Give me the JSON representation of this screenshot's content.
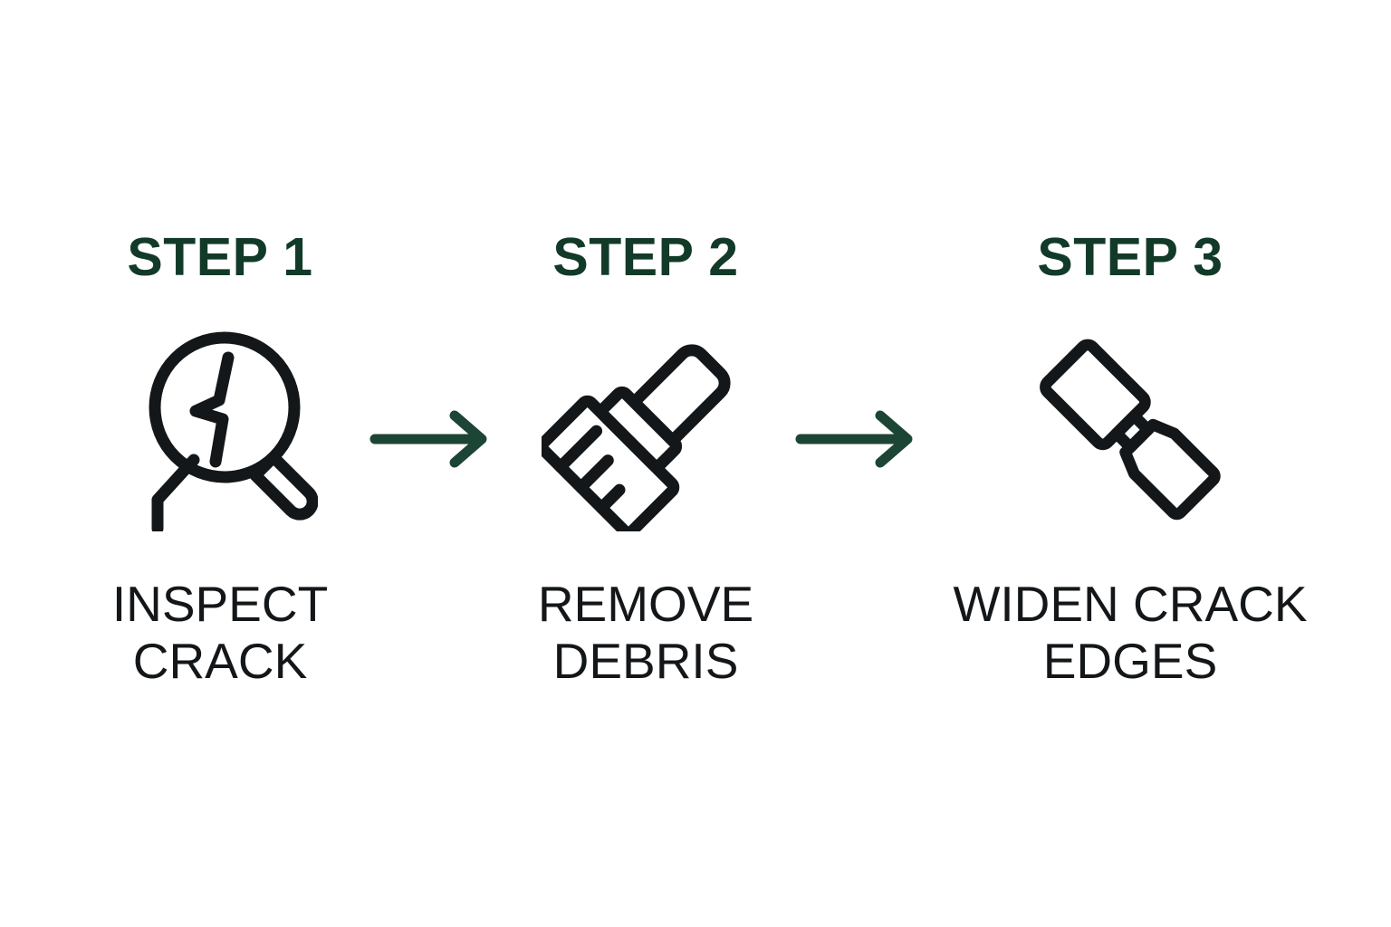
{
  "page": {
    "background_color": "#ffffff",
    "title": "Crack Repair Process Steps"
  },
  "theme": {
    "heading_color": "#123A28",
    "label_color": "#141719",
    "icon_stroke_color": "#141719",
    "arrow_color": "#1C4535"
  },
  "diagram": {
    "type": "horizontal-step-flow",
    "step_count": 3,
    "connector": "arrow-right",
    "steps": [
      {
        "heading": "STEP 1",
        "icon": "magnifying-glass-crack-icon",
        "label": "INSPECT\nCRACK",
        "label_lines": [
          "INSPECT",
          "CRACK"
        ]
      },
      {
        "heading": "STEP 2",
        "icon": "paint-brush-icon",
        "label": "REMOVE\nDEBRIS",
        "label_lines": [
          "REMOVE",
          "DEBRIS"
        ]
      },
      {
        "heading": "STEP 3",
        "icon": "chisel-icon",
        "label": "WIDEN CRACK\nEDGES",
        "label_lines": [
          "WIDEN CRACK",
          "EDGES"
        ]
      }
    ],
    "arrows": [
      {
        "name": "arrow-1-to-2",
        "direction": "right"
      },
      {
        "name": "arrow-2-to-3",
        "direction": "right"
      }
    ]
  }
}
